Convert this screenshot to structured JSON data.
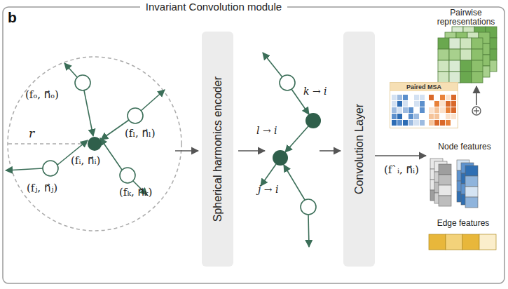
{
  "diagram": {
    "title": "Invariant Convolution module",
    "nodes": [
      {
        "text": [
          "Spherical harmonics encoder"
        ]
      },
      {
        "text": [
          "Convolution Layer"
        ]
      },
      {
        "text": [
          "Pairwise representations"
        ]
      },
      {
        "text": [
          "Paired MSA"
        ]
      },
      {
        "text": [
          "Node features"
        ]
      },
      {
        "text": [
          "Edge features"
        ]
      }
    ],
    "edges": [
      {
        "from": 1,
        "to": 4,
        "arrow": "to"
      }
    ],
    "labels": [
      "b",
      "r",
      "(fₒ, n⃗ₒ)",
      "(fₗ, n⃗ₗ)",
      "(fᵢ, n⃗ᵢ)",
      "(fⱼ, n⃗ⱼ)",
      "(fₖ, n⃗ₖ)",
      "k → i",
      "l → i",
      "j → i",
      "(f`ᵢ, n⃗ᵢ)"
    ]
  }
}
